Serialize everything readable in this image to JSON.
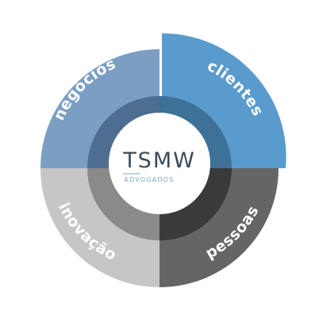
{
  "quadrants": [
    {
      "id": "negocios",
      "label": "negócios",
      "color": "#7b9fc3",
      "inner_color": "#4d6e91"
    },
    {
      "id": "clientes",
      "label": "clientes",
      "color": "#5a9bcd",
      "inner_color": "#3d7197"
    },
    {
      "id": "pessoas",
      "label": "pessoas",
      "color": "#656565",
      "inner_color": "#3a3a3a"
    },
    {
      "id": "inovacao",
      "label": "inovação",
      "color": "#c6c6c6",
      "inner_color": "#8a8a8a"
    }
  ],
  "center": {
    "title": "TSMW",
    "subtitle": "ADVOGADOS"
  }
}
